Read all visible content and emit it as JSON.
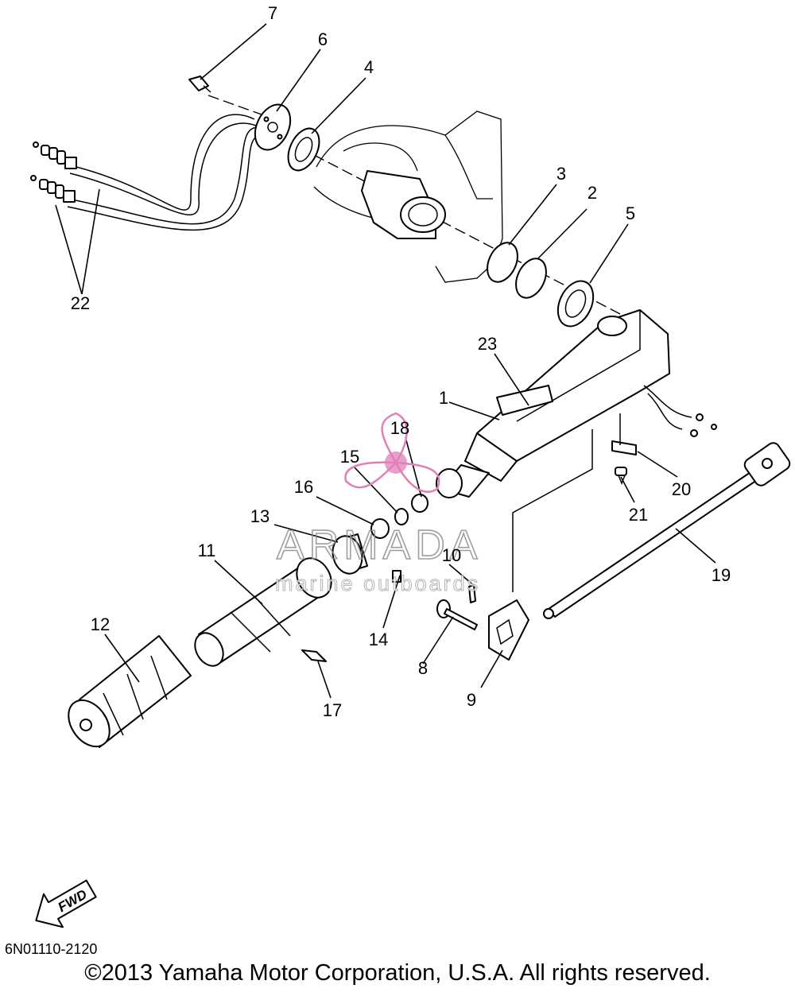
{
  "diagram": {
    "part_numbers": [
      "1",
      "2",
      "3",
      "4",
      "5",
      "6",
      "7",
      "8",
      "9",
      "10",
      "11",
      "12",
      "13",
      "14",
      "15",
      "16",
      "17",
      "18",
      "19",
      "20",
      "21",
      "22",
      "23"
    ],
    "fwd_label": "FWD",
    "drawing_code": "6N01110-2120",
    "copyright": "©2013 Yamaha Motor Corporation, U.S.A. All rights reserved."
  },
  "watermark": {
    "brand": "ARMADA",
    "tagline": "marine outboards",
    "logo_icon": "propeller-icon",
    "accent_color": "#e080b8"
  }
}
